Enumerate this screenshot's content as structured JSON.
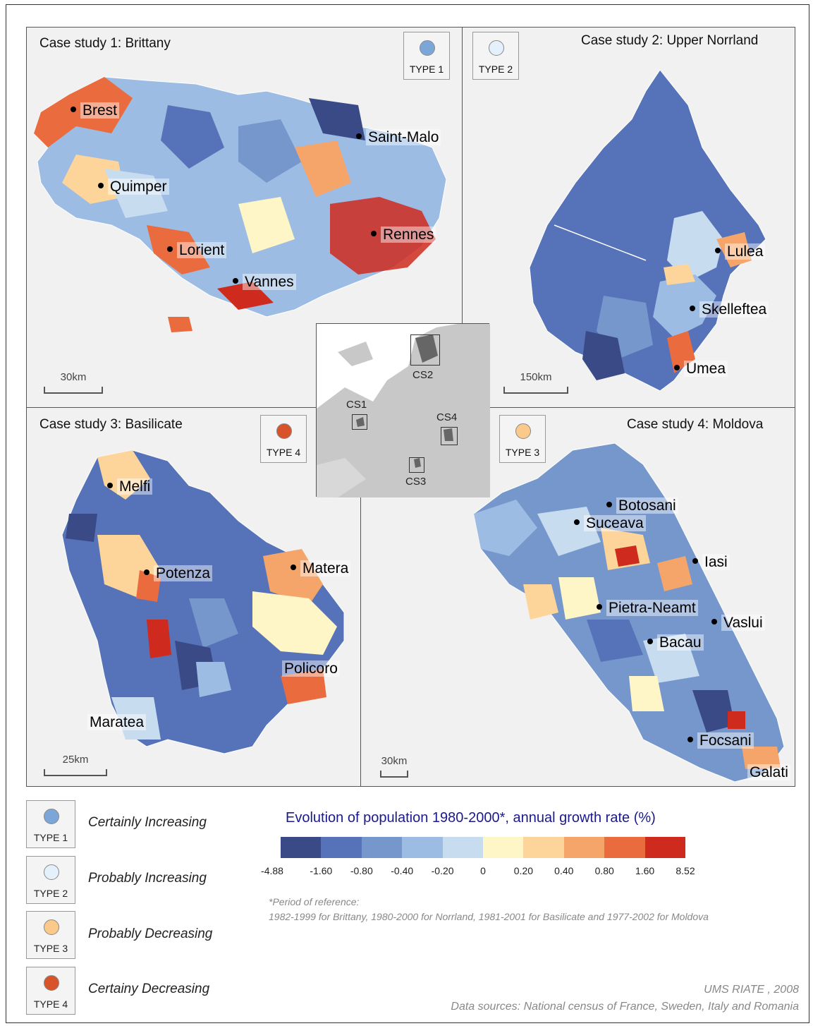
{
  "panels": {
    "cs1": {
      "title": "Case study 1:  Brittany",
      "type_label": "TYPE 1",
      "type_color": "#7ba6d8",
      "scale": "30km"
    },
    "cs2": {
      "title": "Case study 2: Upper Norrland",
      "type_label": "TYPE 2",
      "type_color": "#e4f0fb",
      "scale": "150km"
    },
    "cs3": {
      "title": "Case study 3:  Basilicate",
      "type_label": "TYPE 4",
      "type_color": "#d9532a",
      "scale": "25km"
    },
    "cs4": {
      "title": "Case study 4: Moldova",
      "type_label": "TYPE 3",
      "type_color": "#fbc98a",
      "scale": "30km"
    }
  },
  "cities": {
    "brest": "Brest",
    "saint_malo": "Saint-Malo",
    "quimper": "Quimper",
    "rennes": "Rennes",
    "lorient": "Lorient",
    "vannes": "Vannes",
    "lulea": "Lulea",
    "skelleftea": "Skelleftea",
    "umea": "Umea",
    "melfi": "Melfi",
    "potenza": "Potenza",
    "matera": "Matera",
    "policoro": "Policoro",
    "maratea": "Maratea",
    "botosani": "Botosani",
    "suceava": "Suceava",
    "iasi": "Iasi",
    "pietra_neamt": "Pietra-Neamt",
    "vaslui": "Vaslui",
    "bacau": "Bacau",
    "focsani": "Focsani",
    "galati": "Galati"
  },
  "inset": {
    "cs1": "CS1",
    "cs2": "CS2",
    "cs3": "CS3",
    "cs4": "CS4"
  },
  "legend": {
    "types": [
      {
        "label": "TYPE 1",
        "desc": "Certainly Increasing",
        "color": "#7ba6d8"
      },
      {
        "label": "TYPE 2",
        "desc": "Probably Increasing",
        "color": "#e4f0fb"
      },
      {
        "label": "TYPE 3",
        "desc": "Probably Decreasing",
        "color": "#fbc98a"
      },
      {
        "label": "TYPE 4",
        "desc": "Certainy Decreasing",
        "color": "#d9532a"
      }
    ],
    "ramp_title": "Evolution of population 1980-2000*, annual growth rate (%)",
    "ramp_colors": [
      "#3a4a86",
      "#5672b8",
      "#7597cc",
      "#9cbce3",
      "#c8dcf0",
      "#fff6c8",
      "#fdd59a",
      "#f6a56a",
      "#ea6c3e",
      "#cf2a1e"
    ],
    "ramp_labels": [
      "-4.88",
      "-1.60",
      "-0.80",
      "-0.40",
      "-0.20",
      "0",
      "0.20",
      "0.40",
      "0.80",
      "1.60",
      "8.52"
    ],
    "note_line1": "*Period of reference:",
    "note_line2": "1982-1999 for Brittany, 1980-2000 for Norrland, 1981-2001 for Basilicate and 1977-2002 for Moldova"
  },
  "credits": {
    "author": "UMS RIATE , 2008",
    "sources": "Data sources: National census of France, Sweden, Italy and Romania"
  }
}
